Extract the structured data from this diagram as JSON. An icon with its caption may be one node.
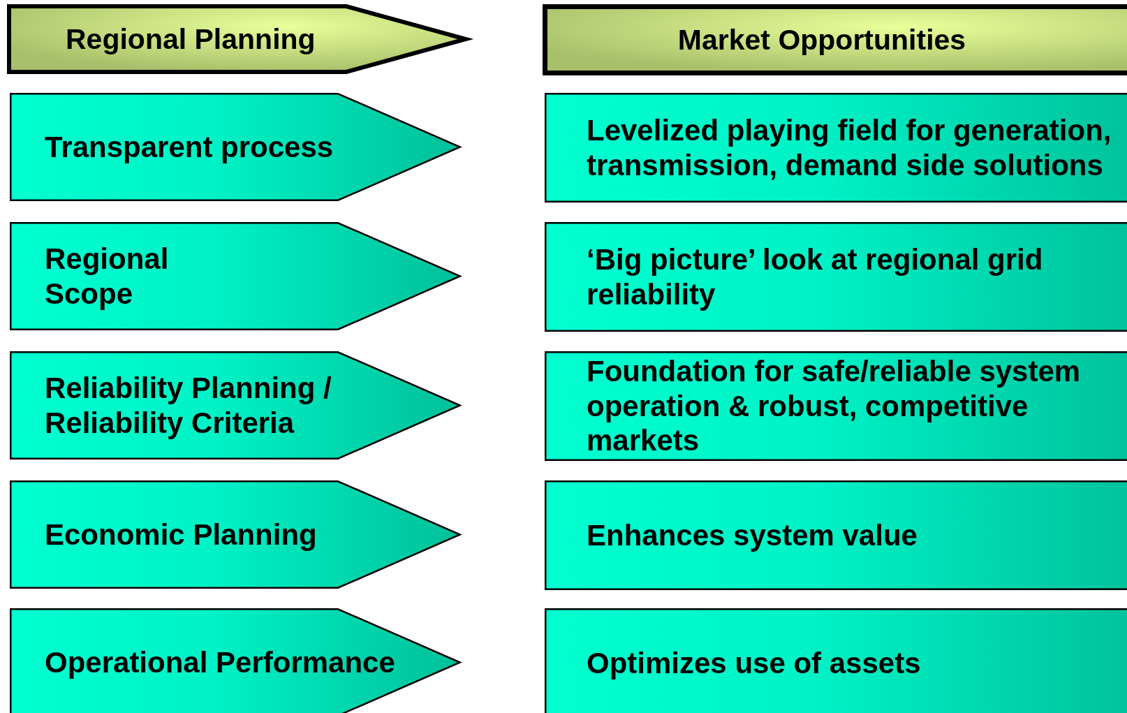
{
  "diagram": {
    "nodes": [
      {
        "text": [
          "Regional Planning"
        ]
      },
      {
        "text": [
          "Market Opportunities"
        ]
      },
      {
        "text": [
          "Transparent process"
        ]
      },
      {
        "text": [
          "Levelized playing field for generation, transmission, demand side solutions"
        ]
      },
      {
        "text": [
          "Regional Scope"
        ]
      },
      {
        "text": [
          "‘Big picture’ look at regional grid reliability"
        ]
      },
      {
        "text": [
          "Reliability Planning / Reliability Criteria"
        ]
      },
      {
        "text": [
          "Foundation for safe/reliable system operation & robust, competitive markets"
        ]
      },
      {
        "text": [
          "Economic Planning"
        ]
      },
      {
        "text": [
          "Enhances system value"
        ]
      },
      {
        "text": [
          "Operational Performance"
        ]
      },
      {
        "text": [
          "Optimizes use of assets"
        ]
      }
    ]
  }
}
